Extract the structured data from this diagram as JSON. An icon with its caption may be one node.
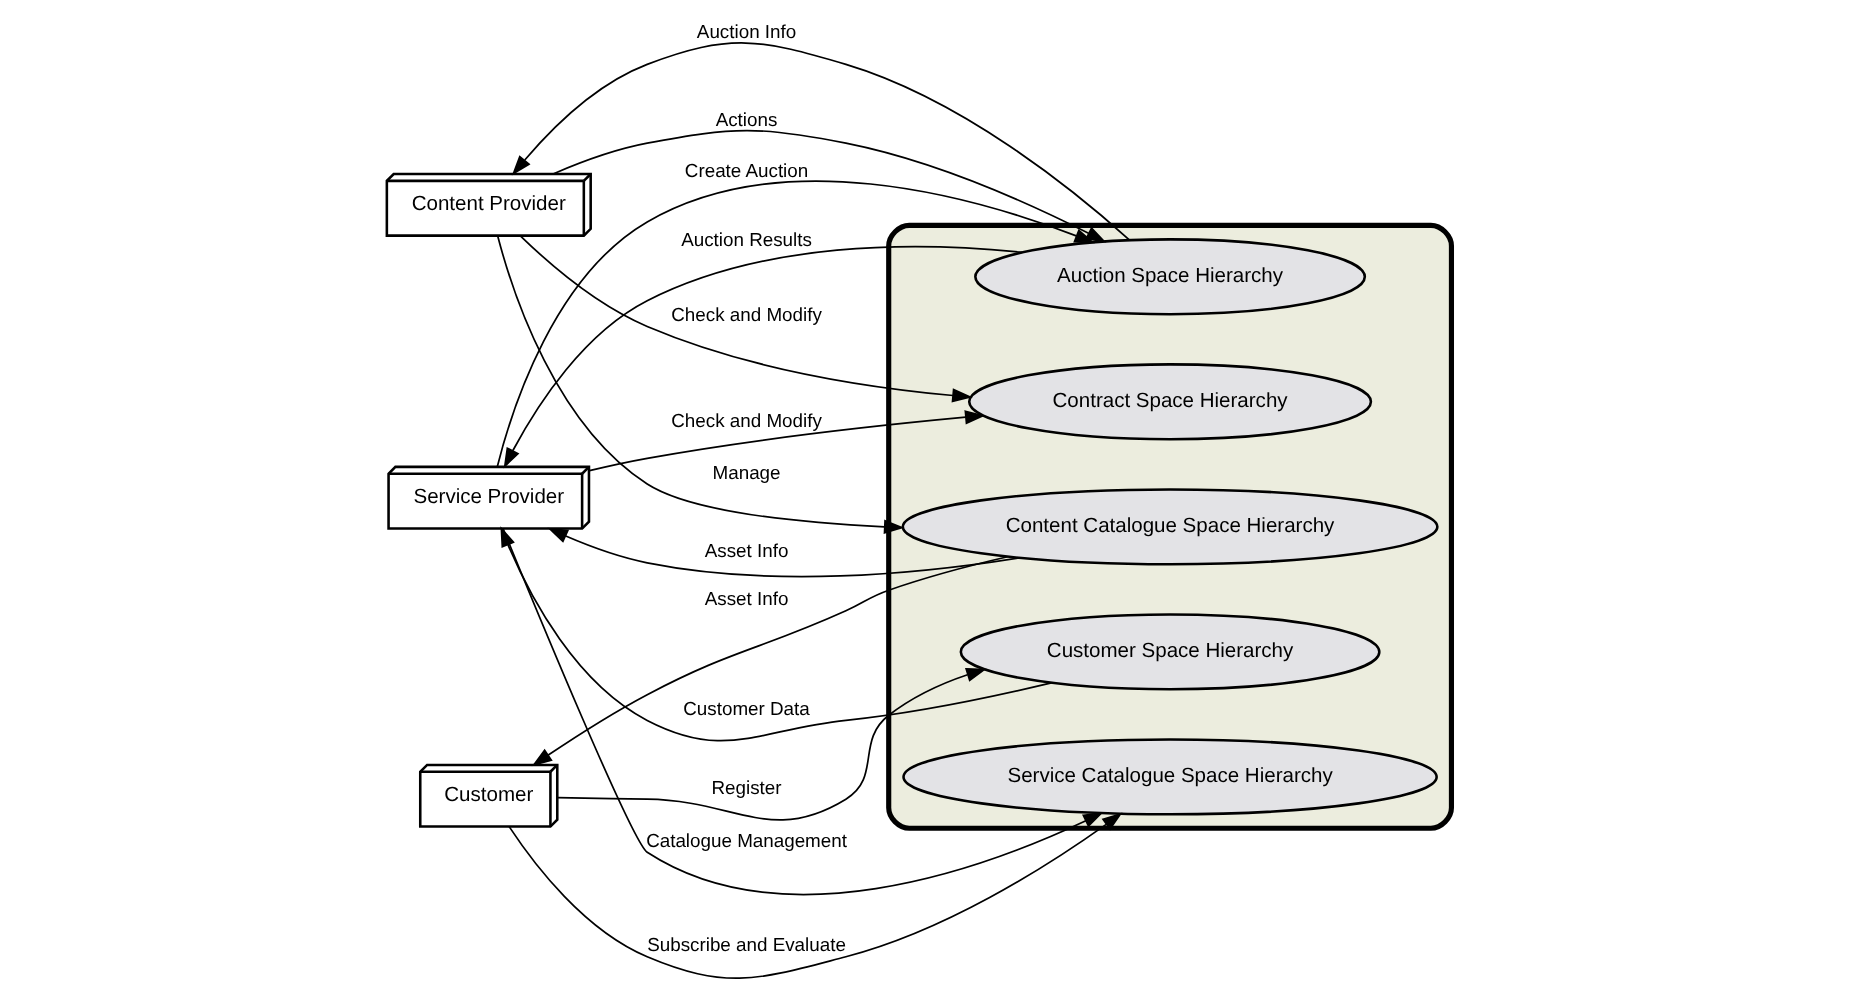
{
  "diagram": {
    "nodes": [
      {
        "text": [
          "Service Provider"
        ]
      },
      {
        "text": [
          "Content Provider"
        ]
      },
      {
        "text": [],
        "shape": "cloud"
      },
      {
        "text": [
          "Auction Space Hierarchy"
        ],
        "in": 2
      },
      {
        "text": [
          "Service Catalogue Space Hierarchy"
        ],
        "in": 2
      },
      {
        "text": [
          "Contract Space Hierarchy"
        ],
        "in": 2
      },
      {
        "text": [
          "Content Catalogue Space Hierarchy"
        ],
        "in": 2
      },
      {
        "text": [
          "Customer Space Hierarchy"
        ],
        "in": 2
      },
      {
        "text": [
          "Customer"
        ]
      }
    ],
    "edges": [
      {
        "from": 0,
        "to": 3,
        "arrow": "to",
        "label": "Create Auction"
      },
      {
        "from": 3,
        "to": 0,
        "arrow": "to",
        "label": "Auction Results"
      },
      {
        "from": 0,
        "to": 4,
        "arrow": "to",
        "label": "Catalogue Management"
      },
      {
        "from": 6,
        "to": 0,
        "arrow": "to",
        "label": "Asset Info"
      },
      {
        "from": 0,
        "to": 5,
        "arrow": "to",
        "label": "Check and Modify"
      },
      {
        "from": 7,
        "to": 0,
        "arrow": "to",
        "label": "Customer Data"
      },
      {
        "from": 3,
        "to": 1,
        "arrow": "to",
        "label": "Auction Info"
      },
      {
        "from": 1,
        "to": 3,
        "arrow": "to",
        "label": "Actions"
      },
      {
        "from": 8,
        "to": 4,
        "arrow": "to",
        "label": "Subscribe and Evaluate"
      },
      {
        "from": 1,
        "to": 5,
        "arrow": "to",
        "label": "Check and Modify"
      },
      {
        "from": 6,
        "to": 8,
        "arrow": "to",
        "label": "Asset Info"
      },
      {
        "from": 1,
        "to": 6,
        "arrow": "to",
        "label": "Manage"
      },
      {
        "from": 8,
        "to": 7,
        "arrow": "to",
        "label": "Register"
      }
    ]
  }
}
